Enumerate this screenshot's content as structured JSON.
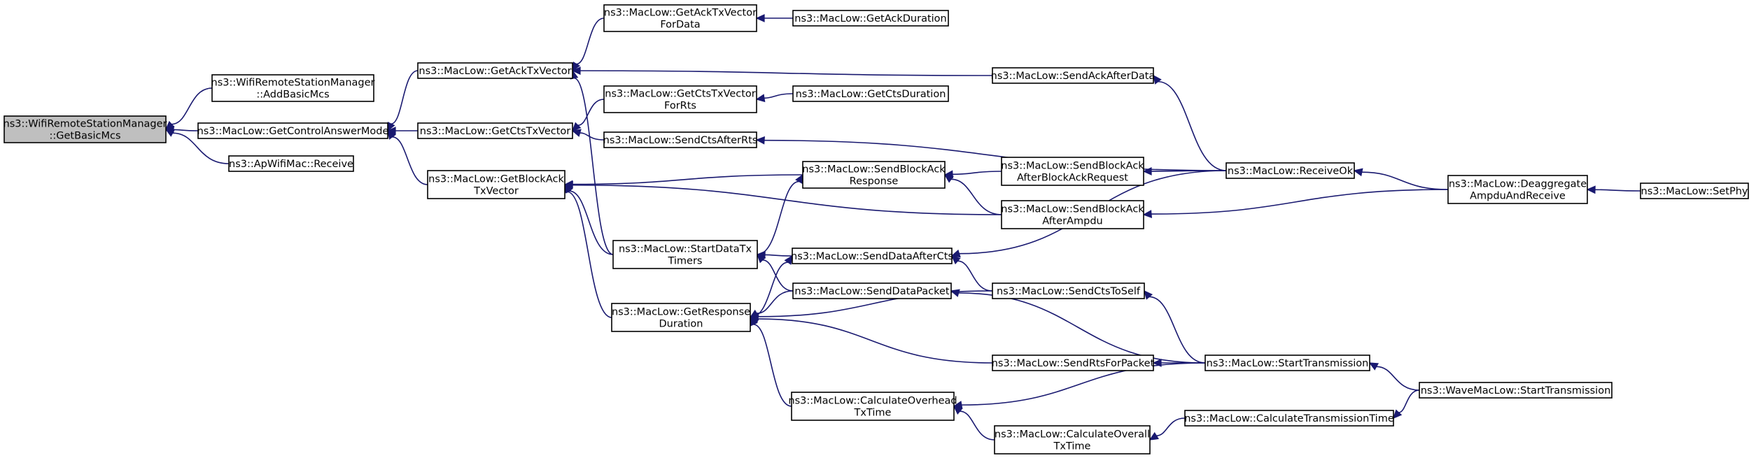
{
  "colors": {
    "edge": "#191970",
    "node_border": "#000000",
    "node_fill": "#ffffff",
    "root_fill": "#bfbfbf"
  },
  "nodes": [
    {
      "id": "getBasicMcs",
      "lines": [
        "ns3::WifiRemoteStationManager",
        "::GetBasicMcs"
      ],
      "root": true
    },
    {
      "id": "addBasicMcs",
      "lines": [
        "ns3::WifiRemoteStationManager",
        "::AddBasicMcs"
      ]
    },
    {
      "id": "getControlAnswerMode",
      "lines": [
        "ns3::MacLow::GetControlAnswerMode"
      ]
    },
    {
      "id": "apReceive",
      "lines": [
        "ns3::ApWifiMac::Receive"
      ]
    },
    {
      "id": "getAckTxVector",
      "lines": [
        "ns3::MacLow::GetAckTxVector"
      ]
    },
    {
      "id": "getCtsTxVector",
      "lines": [
        "ns3::MacLow::GetCtsTxVector"
      ]
    },
    {
      "id": "getBlockAckTxVector",
      "lines": [
        "ns3::MacLow::GetBlockAck",
        "TxVector"
      ]
    },
    {
      "id": "getAckTxVectorForData",
      "lines": [
        "ns3::MacLow::GetAckTxVector",
        "ForData"
      ]
    },
    {
      "id": "getAckDuration",
      "lines": [
        "ns3::MacLow::GetAckDuration"
      ]
    },
    {
      "id": "sendAckAfterData",
      "lines": [
        "ns3::MacLow::SendAckAfterData"
      ]
    },
    {
      "id": "getCtsTxVectorForRts",
      "lines": [
        "ns3::MacLow::GetCtsTxVector",
        "ForRts"
      ]
    },
    {
      "id": "getCtsDuration",
      "lines": [
        "ns3::MacLow::GetCtsDuration"
      ]
    },
    {
      "id": "sendCtsAfterRts",
      "lines": [
        "ns3::MacLow::SendCtsAfterRts"
      ]
    },
    {
      "id": "sendBlockAckResponse",
      "lines": [
        "ns3::MacLow::SendBlockAck",
        "Response"
      ]
    },
    {
      "id": "sendBlockAckAfterBlockAckRequest",
      "lines": [
        "ns3::MacLow::SendBlockAck",
        "AfterBlockAckRequest"
      ]
    },
    {
      "id": "receiveOk",
      "lines": [
        "ns3::MacLow::ReceiveOk"
      ]
    },
    {
      "id": "deaggregateAmpduAndReceive",
      "lines": [
        "ns3::MacLow::Deaggregate",
        "AmpduAndReceive"
      ]
    },
    {
      "id": "setPhy",
      "lines": [
        "ns3::MacLow::SetPhy"
      ]
    },
    {
      "id": "sendBlockAckAfterAmpdu",
      "lines": [
        "ns3::MacLow::SendBlockAck",
        "AfterAmpdu"
      ]
    },
    {
      "id": "startDataTxTimers",
      "lines": [
        "ns3::MacLow::StartDataTx",
        "Timers"
      ]
    },
    {
      "id": "sendDataAfterCts",
      "lines": [
        "ns3::MacLow::SendDataAfterCts"
      ]
    },
    {
      "id": "getResponseDuration",
      "lines": [
        "ns3::MacLow::GetResponse",
        "Duration"
      ]
    },
    {
      "id": "sendDataPacket",
      "lines": [
        "ns3::MacLow::SendDataPacket"
      ]
    },
    {
      "id": "sendCtsToSelf",
      "lines": [
        "ns3::MacLow::SendCtsToSelf"
      ]
    },
    {
      "id": "sendRtsForPacket",
      "lines": [
        "ns3::MacLow::SendRtsForPacket"
      ]
    },
    {
      "id": "startTransmission",
      "lines": [
        "ns3::MacLow::StartTransmission"
      ]
    },
    {
      "id": "calculateOverheadTxTime",
      "lines": [
        "ns3::MacLow::CalculateOverhead",
        "TxTime"
      ]
    },
    {
      "id": "waveStartTransmission",
      "lines": [
        "ns3::WaveMacLow::StartTransmission"
      ]
    },
    {
      "id": "calculateOverallTxTime",
      "lines": [
        "ns3::MacLow::CalculateOverall",
        "TxTime"
      ]
    },
    {
      "id": "calculateTransmissionTime",
      "lines": [
        "ns3::MacLow::CalculateTransmissionTime"
      ]
    }
  ],
  "edges": [
    {
      "from": "addBasicMcs",
      "to": "getBasicMcs"
    },
    {
      "from": "getControlAnswerMode",
      "to": "getBasicMcs"
    },
    {
      "from": "apReceive",
      "to": "getBasicMcs"
    },
    {
      "from": "getAckTxVector",
      "to": "getControlAnswerMode"
    },
    {
      "from": "getCtsTxVector",
      "to": "getControlAnswerMode"
    },
    {
      "from": "getBlockAckTxVector",
      "to": "getControlAnswerMode"
    },
    {
      "from": "getAckTxVectorForData",
      "to": "getAckTxVector"
    },
    {
      "from": "sendAckAfterData",
      "to": "getAckTxVector"
    },
    {
      "from": "startDataTxTimers",
      "to": "getAckTxVector"
    },
    {
      "from": "getAckDuration",
      "to": "getAckTxVectorForData"
    },
    {
      "from": "receiveOk",
      "to": "sendAckAfterData"
    },
    {
      "from": "getCtsTxVectorForRts",
      "to": "getCtsTxVector"
    },
    {
      "from": "sendCtsAfterRts",
      "to": "getCtsTxVector"
    },
    {
      "from": "getCtsDuration",
      "to": "getCtsTxVectorForRts"
    },
    {
      "from": "receiveOk",
      "to": "sendCtsAfterRts"
    },
    {
      "from": "sendBlockAckResponse",
      "to": "getBlockAckTxVector"
    },
    {
      "from": "sendBlockAckAfterAmpdu",
      "to": "getBlockAckTxVector"
    },
    {
      "from": "startDataTxTimers",
      "to": "getBlockAckTxVector"
    },
    {
      "from": "getResponseDuration",
      "to": "getBlockAckTxVector"
    },
    {
      "from": "sendBlockAckAfterBlockAckRequest",
      "to": "sendBlockAckResponse"
    },
    {
      "from": "sendBlockAckAfterAmpdu",
      "to": "sendBlockAckResponse"
    },
    {
      "from": "startDataTxTimers",
      "to": "sendBlockAckResponse"
    },
    {
      "from": "receiveOk",
      "to": "sendBlockAckAfterBlockAckRequest"
    },
    {
      "from": "deaggregateAmpduAndReceive",
      "to": "receiveOk"
    },
    {
      "from": "setPhy",
      "to": "deaggregateAmpduAndReceive"
    },
    {
      "from": "deaggregateAmpduAndReceive",
      "to": "sendBlockAckAfterAmpdu"
    },
    {
      "from": "sendDataAfterCts",
      "to": "startDataTxTimers"
    },
    {
      "from": "sendDataPacket",
      "to": "startDataTxTimers"
    },
    {
      "from": "receiveOk",
      "to": "sendDataAfterCts"
    },
    {
      "from": "sendCtsToSelf",
      "to": "sendDataAfterCts"
    },
    {
      "from": "getResponseDuration",
      "to": "sendDataAfterCts"
    },
    {
      "from": "sendDataPacket",
      "to": "getResponseDuration"
    },
    {
      "from": "sendCtsToSelf",
      "to": "getResponseDuration"
    },
    {
      "from": "sendRtsForPacket",
      "to": "getResponseDuration"
    },
    {
      "from": "calculateOverheadTxTime",
      "to": "getResponseDuration"
    },
    {
      "from": "startTransmission",
      "to": "sendDataPacket"
    },
    {
      "from": "startTransmission",
      "to": "sendCtsToSelf"
    },
    {
      "from": "startTransmission",
      "to": "sendRtsForPacket"
    },
    {
      "from": "startTransmission",
      "to": "calculateOverheadTxTime"
    },
    {
      "from": "calculateOverallTxTime",
      "to": "calculateOverheadTxTime"
    },
    {
      "from": "waveStartTransmission",
      "to": "startTransmission"
    },
    {
      "from": "calculateTransmissionTime",
      "to": "calculateOverallTxTime"
    },
    {
      "from": "waveStartTransmission",
      "to": "calculateTransmissionTime"
    }
  ]
}
